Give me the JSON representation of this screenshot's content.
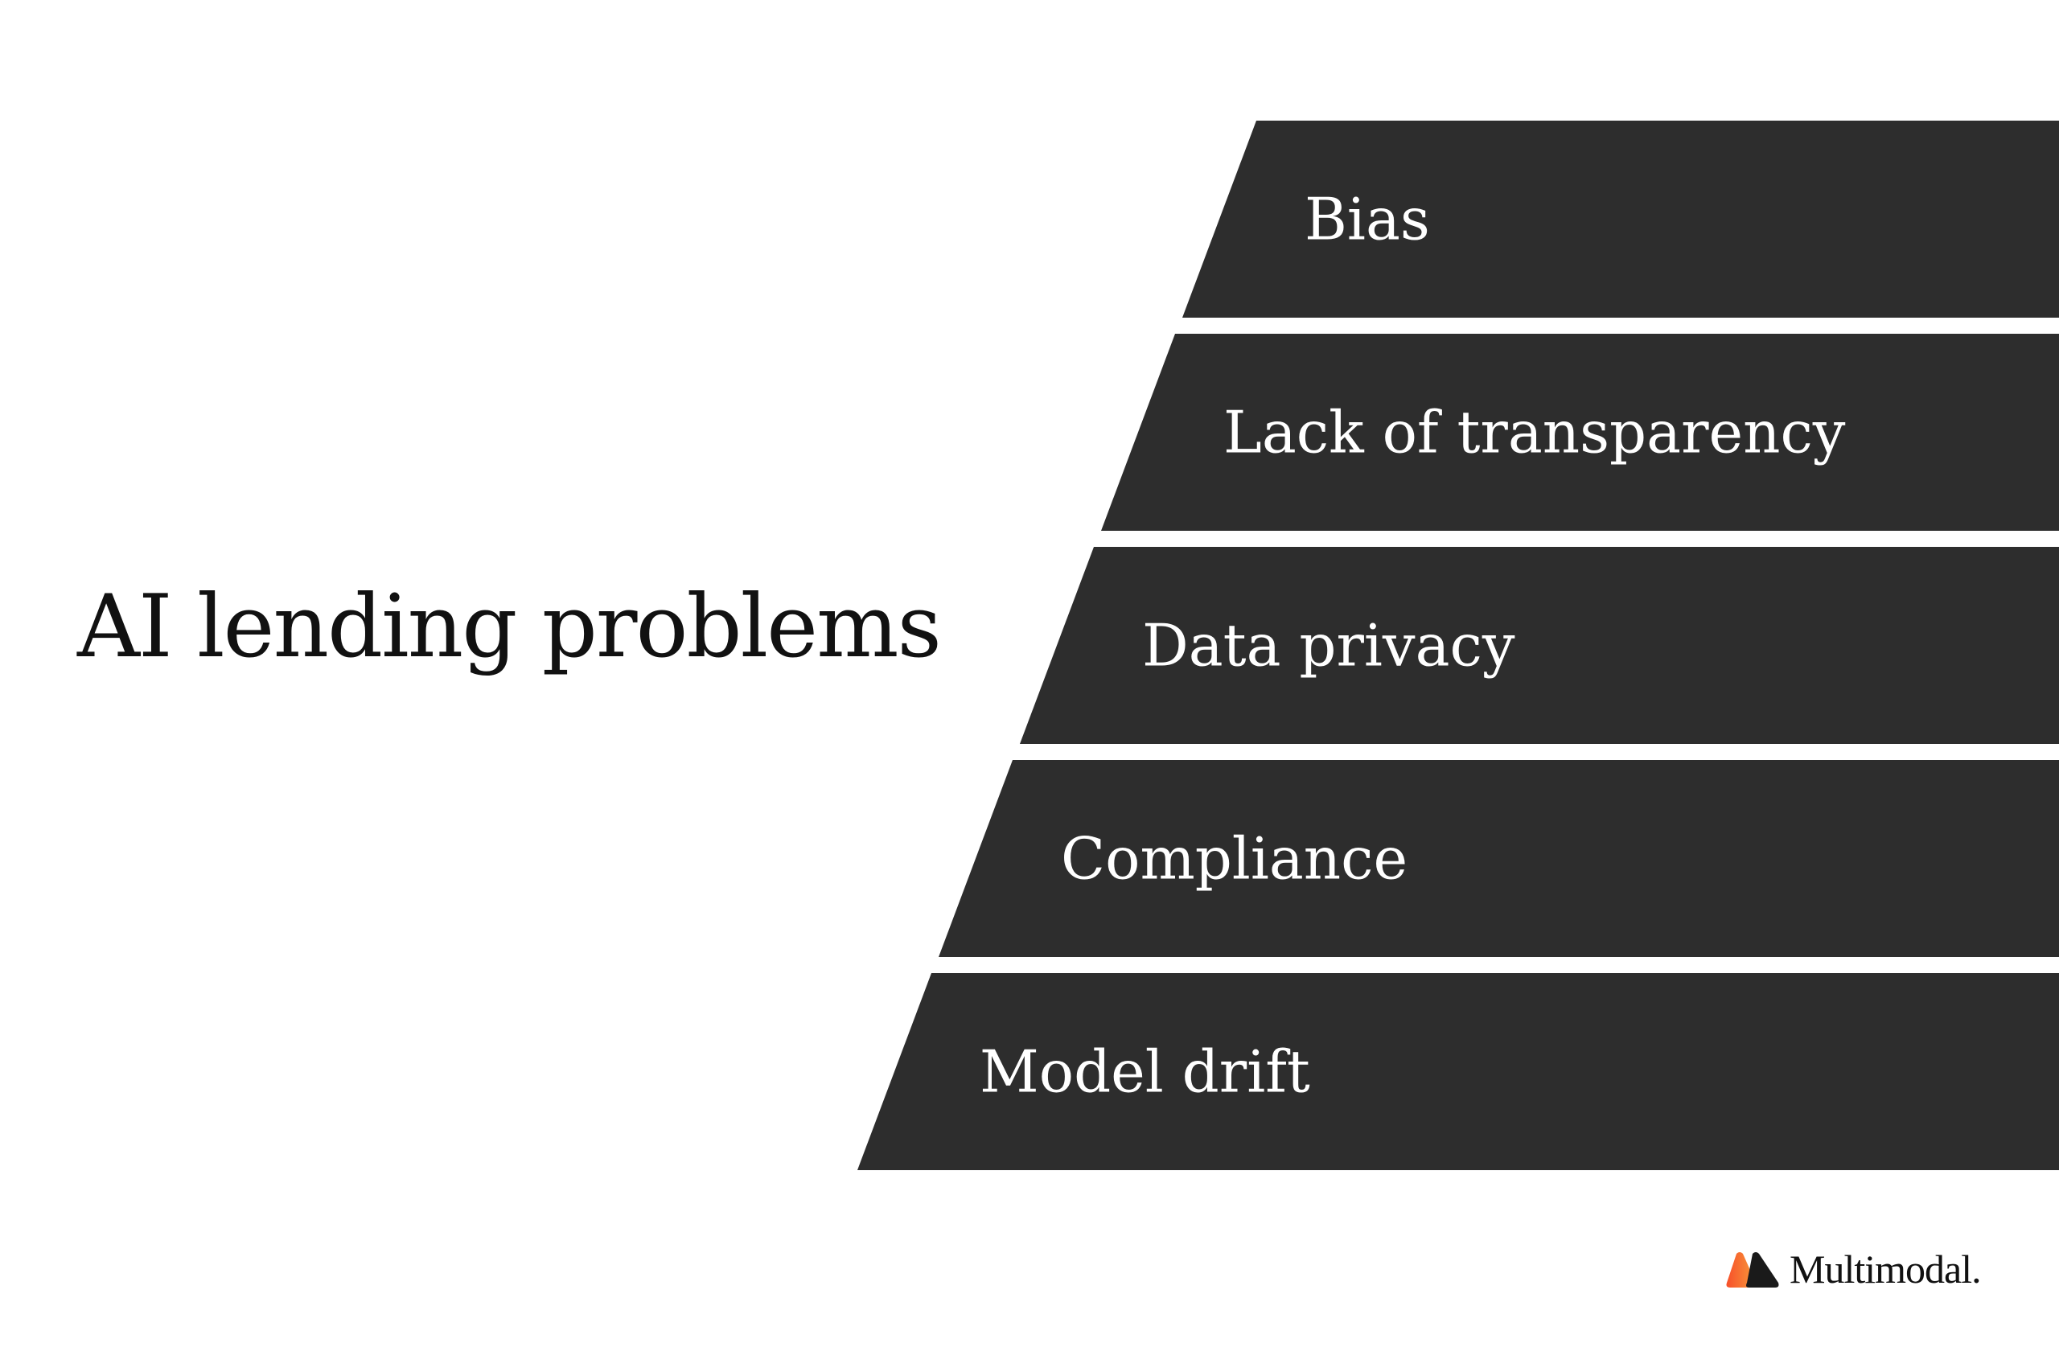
{
  "title": "AI lending problems",
  "colors": {
    "band_fill": "#2d2d2d",
    "band_text": "#ffffff",
    "background": "#ffffff",
    "title_text": "#111111",
    "logo_orange": "#f26a2e",
    "logo_dark": "#1a1a1a"
  },
  "layers": [
    {
      "label": "Bias"
    },
    {
      "label": "Lack of transparency"
    },
    {
      "label": "Data privacy"
    },
    {
      "label": "Compliance"
    },
    {
      "label": "Model drift"
    }
  ],
  "logo": {
    "text": "Multimodal.",
    "icon": "multimodal-logo-icon"
  }
}
